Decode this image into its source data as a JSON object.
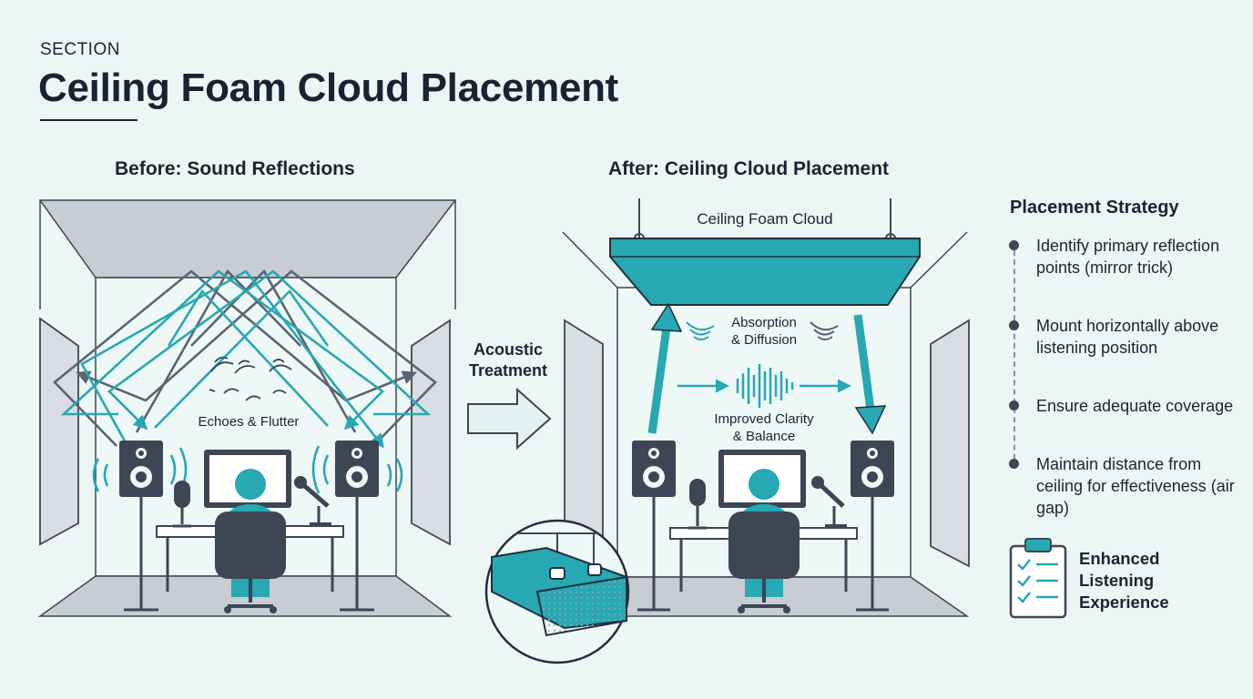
{
  "header": {
    "eyebrow": "SECTION",
    "title": "Ceiling Foam Cloud Placement"
  },
  "before_panel": {
    "title": "Before: Sound Reflections",
    "echo_label": "Echoes & Flutter"
  },
  "transition": {
    "label_line1": "Acoustic",
    "label_line2": "Treatment"
  },
  "after_panel": {
    "title": "After: Ceiling Cloud Placement",
    "cloud_label": "Ceiling Foam Cloud",
    "absorption_line1": "Absorption",
    "absorption_line2": "& Diffusion",
    "clarity_line1": "Improved Clarity",
    "clarity_line2": "& Balance"
  },
  "strategy": {
    "title": "Placement Strategy",
    "steps": [
      "Identify primary reflection points (mirror trick)",
      "Mount horizontally above listening position",
      "Ensure adequate coverage",
      "Maintain distance from ceiling for effectiveness (air gap)"
    ],
    "result": "Enhanced Listening Experience"
  },
  "colors": {
    "teal": "#27a8b2",
    "dark": "#3c4654",
    "wall_gray": "#c8ccd3",
    "background": "#ecf7f5"
  }
}
